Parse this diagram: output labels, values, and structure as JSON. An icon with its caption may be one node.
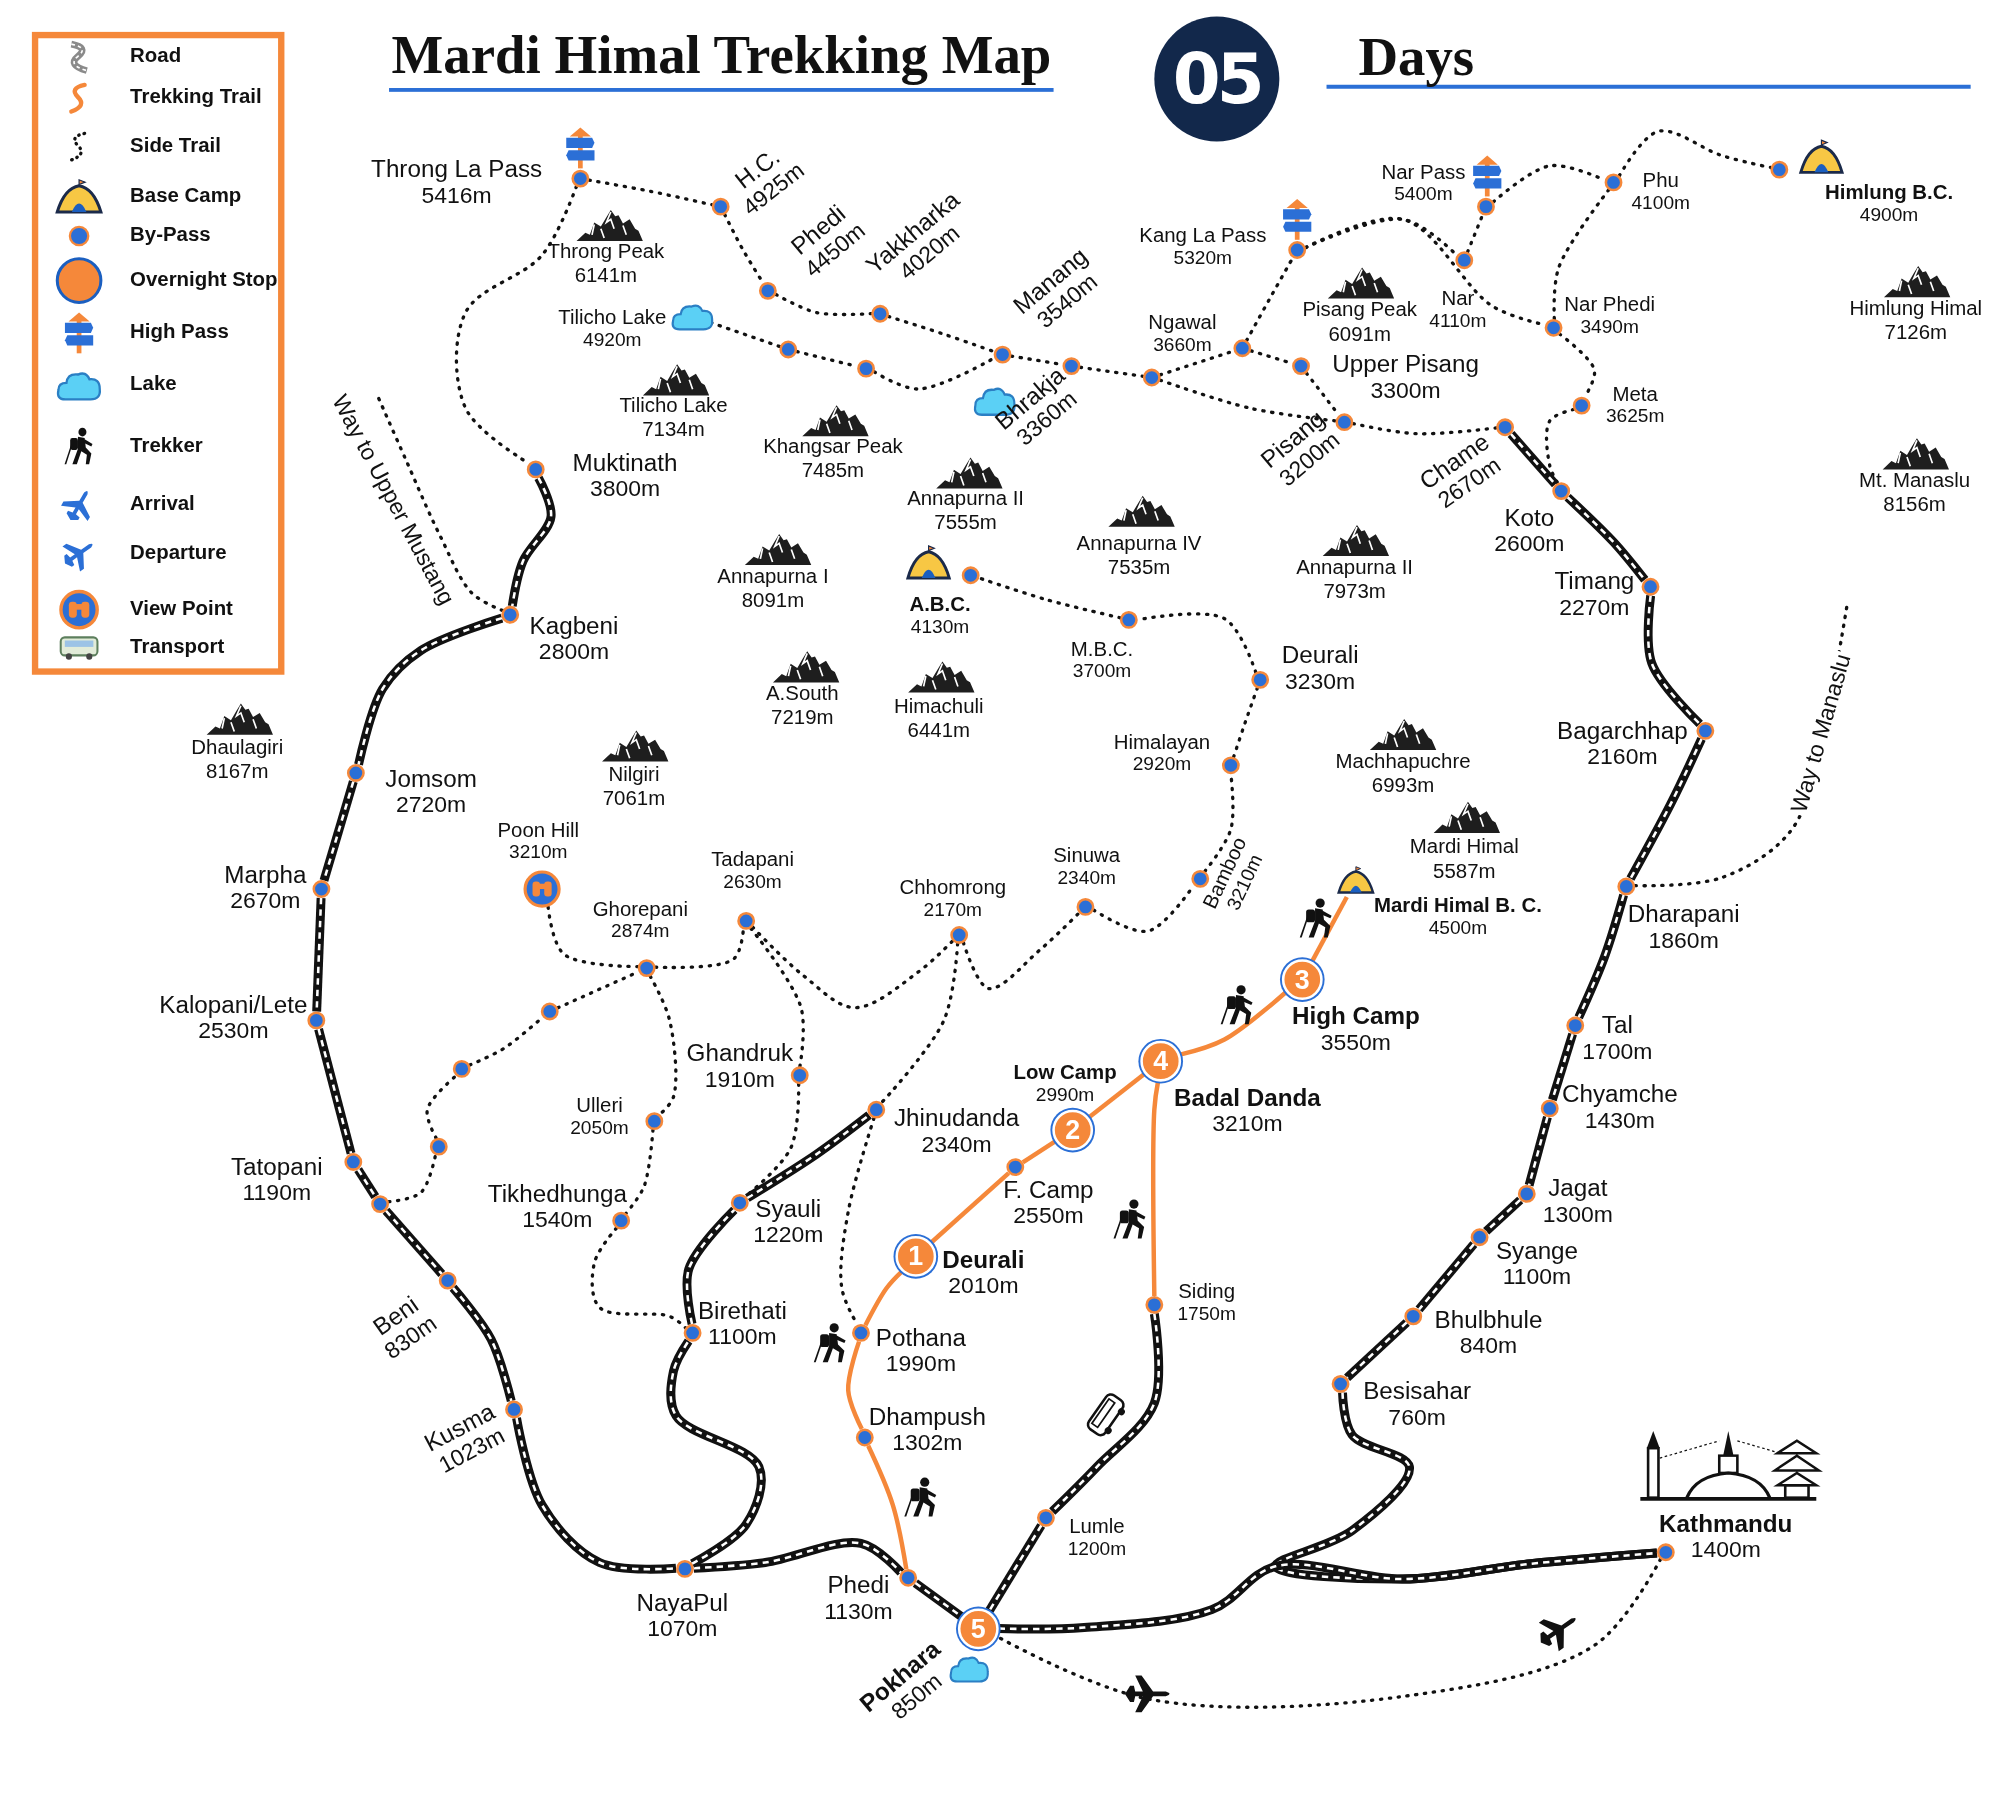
{
  "diagram": {
    "title": "Mardi Himal Trekking Map",
    "nodes": [
      {
        "text": [],
        "shape": "circle",
        "beside": [
          "Throng La Pass",
          "5416m"
        ]
      },
      {
        "text": [],
        "shape": "circle",
        "beside": [
          "H.C.",
          "4925m"
        ]
      },
      {
        "text": [],
        "shape": "circle",
        "beside": [
          "Phedi",
          "4450m"
        ]
      },
      {
        "text": [],
        "shape": "circle",
        "beside": [
          "Yakkharka",
          "4020m"
        ]
      },
      {
        "text": [],
        "shape": "circle",
        "beside": [
          "Manang",
          "3540m"
        ]
      },
      {
        "text": [],
        "shape": "cloud",
        "beside": [
          "Tilicho Lake",
          "4920m"
        ]
      },
      {
        "text": [],
        "shape": "circle"
      },
      {
        "text": [],
        "shape": "circle"
      },
      {
        "text": [],
        "shape": "circle",
        "beside": [
          "Bhrakja",
          "3360m"
        ]
      },
      {
        "text": [],
        "shape": "circle"
      },
      {
        "text": [],
        "shape": "circle",
        "beside": [
          "Ngawal",
          "3660m"
        ]
      },
      {
        "text": [],
        "shape": "circle",
        "beside": [
          "Kang La Pass",
          "5320m"
        ]
      },
      {
        "text": [],
        "shape": "circle",
        "beside": [
          "Upper Pisang",
          "3300m"
        ]
      },
      {
        "text": [],
        "shape": "circle",
        "beside": [
          "Pisang",
          "3200m"
        ]
      },
      {
        "text": [],
        "shape": "circle",
        "beside": [
          "Nar Pass",
          "5400m"
        ]
      },
      {
        "text": [],
        "shape": "circle",
        "beside": [
          "Nar",
          "4110m"
        ]
      },
      {
        "text": [],
        "shape": "circle",
        "beside": [
          "Phu",
          "4100m"
        ]
      },
      {
        "text": [],
        "shape": "circle",
        "beside": [
          "Himlung B.C.",
          "4900m"
        ]
      },
      {
        "text": [],
        "shape": "circle",
        "beside": [
          "Nar Phedi",
          "3490m"
        ]
      },
      {
        "text": [],
        "shape": "circle",
        "beside": [
          "Meta",
          "3625m"
        ]
      },
      {
        "text": [],
        "shape": "circle",
        "beside": [
          "Chame",
          "2670m"
        ]
      },
      {
        "text": [],
        "shape": "circle",
        "beside": [
          "Muktinath",
          "3800m"
        ]
      },
      {
        "text": [],
        "shape": "circle",
        "beside": [
          "Kagbeni",
          "2800m"
        ]
      },
      {
        "text": [],
        "shape": "circle",
        "beside": [
          "A.B.C.",
          "4130m"
        ]
      },
      {
        "text": [],
        "shape": "circle",
        "beside": [
          "M.B.C.",
          "3700m"
        ]
      },
      {
        "text": [],
        "shape": "circle",
        "beside": [
          "Deurali",
          "3230m"
        ]
      },
      {
        "text": [],
        "shape": "circle",
        "beside": [
          "Himalayan",
          "2920m"
        ]
      },
      {
        "text": [],
        "shape": "circle",
        "beside": [
          "Bamboo",
          "3210m"
        ]
      },
      {
        "text": [],
        "shape": "circle",
        "beside": [
          "Sinuwa",
          "2340m"
        ]
      },
      {
        "text": [],
        "shape": "circle",
        "beside": [
          "Chhomrong",
          "2170m"
        ]
      },
      {
        "text": [],
        "shape": "circle",
        "beside": [
          "Tadapani",
          "2630m"
        ]
      },
      {
        "text": [],
        "shape": "picture",
        "beside": [
          "Poon Hill",
          "3210m"
        ]
      },
      {
        "text": [],
        "shape": "circle",
        "beside": [
          "Ghorepani",
          "2874m"
        ]
      },
      {
        "text": [],
        "shape": "circle"
      },
      {
        "text": [],
        "shape": "circle"
      },
      {
        "text": [],
        "shape": "circle"
      },
      {
        "text": [],
        "shape": "circle",
        "beside": [
          "Ghandruk",
          "1910m"
        ]
      },
      {
        "text": [],
        "shape": "circle",
        "beside": [
          "Ulleri",
          "2050m"
        ]
      },
      {
        "text": [],
        "shape": "circle",
        "beside": [
          "Tikhedhunga",
          "1540m"
        ]
      },
      {
        "text": [],
        "shape": "circle",
        "beside": [
          "Jhinudanda",
          "2340m"
        ]
      },
      {
        "text": [],
        "shape": "circle",
        "beside": [
          "Syauli",
          "1220m"
        ]
      },
      {
        "text": [],
        "shape": "circle",
        "beside": [
          "Birethati",
          "1100m"
        ]
      },
      {
        "text": [],
        "shape": "circle",
        "beside": [
          "Jomsom",
          "2720m"
        ]
      },
      {
        "text": [],
        "shape": "circle",
        "beside": [
          "Marpha",
          "2670m"
        ]
      },
      {
        "text": [],
        "shape": "circle",
        "beside": [
          "Kalopani/Lete",
          "2530m"
        ]
      },
      {
        "text": [],
        "shape": "circle",
        "beside": [
          "Tatopani",
          "1190m"
        ]
      },
      {
        "text": [],
        "shape": "circle"
      },
      {
        "text": [],
        "shape": "circle",
        "beside": [
          "Beni",
          "830m"
        ]
      },
      {
        "text": [],
        "shape": "circle",
        "beside": [
          "Kusma",
          "1023m"
        ]
      },
      {
        "text": [],
        "shape": "circle",
        "beside": [
          "NayaPul",
          "1070m"
        ]
      },
      {
        "text": [],
        "shape": "circle",
        "beside": [
          "Phedi",
          "1130m"
        ]
      },
      {
        "text": [],
        "shape": "circle",
        "beside": [
          "Dhampush",
          "1302m"
        ]
      },
      {
        "text": [],
        "shape": "circle",
        "beside": [
          "Pothana",
          "1990m"
        ]
      },
      {
        "text": [
          "1"
        ],
        "beside": [
          "Deurali",
          "2010m"
        ]
      },
      {
        "text": [],
        "shape": "circle",
        "beside": [
          "F. Camp",
          "2550m"
        ]
      },
      {
        "text": [
          "2"
        ],
        "beside": [
          "Low Camp",
          "2990m"
        ]
      },
      {
        "text": [
          "4"
        ],
        "beside": [
          "Badal Danda",
          "3210m"
        ]
      },
      {
        "text": [
          "3"
        ],
        "beside": [
          "High Camp",
          "3550m"
        ]
      },
      {
        "text": [],
        "shape": "picture",
        "beside": [
          "Mardi Himal B. C.",
          "4500m"
        ]
      },
      {
        "text": [],
        "shape": "circle",
        "beside": [
          "Siding",
          "1750m"
        ]
      },
      {
        "text": [],
        "shape": "circle",
        "beside": [
          "Lumle",
          "1200m"
        ]
      },
      {
        "text": [
          "5"
        ],
        "beside": [
          "Pokhara",
          "850m"
        ]
      },
      {
        "text": [],
        "shape": "circle",
        "beside": [
          "Kathmandu",
          "1400m"
        ]
      },
      {
        "text": [],
        "shape": "circle",
        "beside": [
          "Koto",
          "2600m"
        ]
      },
      {
        "text": [],
        "shape": "circle",
        "beside": [
          "Timang",
          "2270m"
        ]
      },
      {
        "text": [],
        "shape": "circle",
        "beside": [
          "Bagarchhap",
          "2160m"
        ]
      },
      {
        "text": [],
        "shape": "circle",
        "beside": [
          "Dharapani",
          "1860m"
        ]
      },
      {
        "text": [],
        "shape": "circle",
        "beside": [
          "Tal",
          "1700m"
        ]
      },
      {
        "text": [],
        "shape": "circle",
        "beside": [
          "Chyamche",
          "1430m"
        ]
      },
      {
        "text": [],
        "shape": "circle",
        "beside": [
          "Jagat",
          "1300m"
        ]
      },
      {
        "text": [],
        "shape": "circle",
        "beside": [
          "Syange",
          "1100m"
        ]
      },
      {
        "text": [],
        "shape": "circle",
        "beside": [
          "Bhulbhule",
          "840m"
        ]
      },
      {
        "text": [],
        "shape": "circle",
        "beside": [
          "Besisahar",
          "760m"
        ]
      }
    ],
    "edges": [
      {
        "from": 0,
        "to": 1,
        "arrow": "none",
        "style": "dashed"
      },
      {
        "from": 1,
        "to": 2,
        "arrow": "none",
        "style": "dashed"
      },
      {
        "from": 2,
        "to": 3,
        "arrow": "none",
        "style": "dashed"
      },
      {
        "from": 3,
        "to": 4,
        "arrow": "none",
        "style": "dashed"
      },
      {
        "from": 0,
        "to": 21,
        "arrow": "none",
        "style": "dashed"
      },
      {
        "from": 21,
        "to": 22,
        "arrow": "none",
        "style": "thick"
      },
      {
        "from": 5,
        "to": 6,
        "arrow": "none",
        "style": "dashed"
      },
      {
        "from": 6,
        "to": 7,
        "arrow": "none",
        "style": "dashed"
      },
      {
        "from": 7,
        "to": 4,
        "arrow": "none",
        "style": "dashed"
      },
      {
        "from": 4,
        "to": 8,
        "arrow": "none",
        "style": "dashed"
      },
      {
        "from": 8,
        "to": 9,
        "arrow": "none",
        "style": "dashed"
      },
      {
        "from": 9,
        "to": 10,
        "arrow": "none",
        "style": "dashed"
      },
      {
        "from": 10,
        "to": 11,
        "arrow": "none",
        "style": "dashed"
      },
      {
        "from": 10,
        "to": 12,
        "arrow": "none",
        "style": "dashed"
      },
      {
        "from": 9,
        "to": 13,
        "arrow": "none",
        "style": "dashed"
      },
      {
        "from": 12,
        "to": 13,
        "arrow": "none",
        "style": "dashed"
      },
      {
        "from": 13,
        "to": 20,
        "arrow": "none",
        "style": "dashed"
      },
      {
        "from": 11,
        "to": 15,
        "arrow": "none",
        "style": "dashed"
      },
      {
        "from": 11,
        "to": 18,
        "arrow": "none",
        "style": "dashed"
      },
      {
        "from": 15,
        "to": 14,
        "arrow": "none",
        "style": "dashed"
      },
      {
        "from": 14,
        "to": 16,
        "arrow": "none",
        "style": "dashed"
      },
      {
        "from": 16,
        "to": 17,
        "arrow": "none",
        "style": "dashed"
      },
      {
        "from": 16,
        "to": 18,
        "arrow": "none",
        "style": "dashed"
      },
      {
        "from": 18,
        "to": 19,
        "arrow": "none",
        "style": "dashed"
      },
      {
        "from": 19,
        "to": 63,
        "arrow": "none",
        "style": "dashed"
      },
      {
        "from": 20,
        "to": 63,
        "arrow": "none",
        "style": "thick"
      },
      {
        "from": 63,
        "to": 64,
        "arrow": "none",
        "style": "thick"
      },
      {
        "from": 64,
        "to": 65,
        "arrow": "none",
        "style": "thick"
      },
      {
        "from": 65,
        "to": 66,
        "arrow": "none",
        "style": "thick"
      },
      {
        "from": 66,
        "to": 67,
        "arrow": "none",
        "style": "thick"
      },
      {
        "from": 67,
        "to": 68,
        "arrow": "none",
        "style": "thick"
      },
      {
        "from": 68,
        "to": 69,
        "arrow": "none",
        "style": "thick"
      },
      {
        "from": 69,
        "to": 70,
        "arrow": "none",
        "style": "thick"
      },
      {
        "from": 70,
        "to": 71,
        "arrow": "none",
        "style": "thick"
      },
      {
        "from": 71,
        "to": 72,
        "arrow": "none",
        "style": "thick"
      },
      {
        "from": 72,
        "to": 62,
        "arrow": "none",
        "style": "thick"
      },
      {
        "from": 61,
        "to": 62,
        "arrow": "none",
        "style": "thick"
      },
      {
        "from": 66,
        "to": null,
        "arrow": "none",
        "style": "dashed",
        "label": "Way to Manaslu"
      },
      {
        "from": 22,
        "to": null,
        "arrow": "none",
        "style": "dashed",
        "label": "Way to Upper Mustang"
      },
      {
        "from": 22,
        "to": 42,
        "arrow": "none",
        "style": "thick"
      },
      {
        "from": 42,
        "to": 43,
        "arrow": "none",
        "style": "thick"
      },
      {
        "from": 43,
        "to": 44,
        "arrow": "none",
        "style": "thick"
      },
      {
        "from": 44,
        "to": 45,
        "arrow": "none",
        "style": "thick"
      },
      {
        "from": 45,
        "to": 46,
        "arrow": "none",
        "style": "thick"
      },
      {
        "from": 46,
        "to": 47,
        "arrow": "none",
        "style": "thick"
      },
      {
        "from": 47,
        "to": 48,
        "arrow": "none",
        "style": "thick"
      },
      {
        "from": 48,
        "to": 49,
        "arrow": "none",
        "style": "thick"
      },
      {
        "from": 49,
        "to": 50,
        "arrow": "none",
        "style": "thick"
      },
      {
        "from": 50,
        "to": 61,
        "arrow": "none",
        "style": "thick"
      },
      {
        "from": 49,
        "to": 41,
        "arrow": "none",
        "style": "thick"
      },
      {
        "from": 41,
        "to": 40,
        "arrow": "none",
        "style": "thick"
      },
      {
        "from": 40,
        "to": 39,
        "arrow": "none",
        "style": "thick"
      },
      {
        "from": 46,
        "to": 35,
        "arrow": "none",
        "style": "dashed"
      },
      {
        "from": 35,
        "to": 34,
        "arrow": "none",
        "style": "dashed"
      },
      {
        "from": 34,
        "to": 33,
        "arrow": "none",
        "style": "dashed"
      },
      {
        "from": 33,
        "to": 32,
        "arrow": "none",
        "style": "dashed"
      },
      {
        "from": 31,
        "to": 32,
        "arrow": "none",
        "style": "dashed"
      },
      {
        "from": 32,
        "to": 30,
        "arrow": "none",
        "style": "dashed"
      },
      {
        "from": 30,
        "to": 36,
        "arrow": "none",
        "style": "dashed"
      },
      {
        "from": 30,
        "to": 29,
        "arrow": "none",
        "style": "dashed"
      },
      {
        "from": 32,
        "to": 37,
        "arrow": "none",
        "style": "dashed"
      },
      {
        "from": 37,
        "to": 38,
        "arrow": "none",
        "style": "dashed"
      },
      {
        "from": 38,
        "to": 41,
        "arrow": "none",
        "style": "dashed"
      },
      {
        "from": 36,
        "to": 40,
        "arrow": "none",
        "style": "dashed"
      },
      {
        "from": 29,
        "to": 39,
        "arrow": "none",
        "style": "dashed"
      },
      {
        "from": 39,
        "to": 52,
        "arrow": "none",
        "style": "dashed"
      },
      {
        "from": 29,
        "to": 28,
        "arrow": "none",
        "style": "dashed"
      },
      {
        "from": 28,
        "to": 27,
        "arrow": "none",
        "style": "dashed"
      },
      {
        "from": 27,
        "to": 26,
        "arrow": "none",
        "style": "dashed"
      },
      {
        "from": 26,
        "to": 25,
        "arrow": "none",
        "style": "dashed"
      },
      {
        "from": 25,
        "to": 24,
        "arrow": "none",
        "style": "dashed"
      },
      {
        "from": 24,
        "to": 23,
        "arrow": "none",
        "style": "dashed"
      },
      {
        "from": 50,
        "to": 51,
        "arrow": "none",
        "color": "#f5883a"
      },
      {
        "from": 51,
        "to": 52,
        "arrow": "none",
        "color": "#f5883a"
      },
      {
        "from": 52,
        "to": 53,
        "arrow": "none",
        "color": "#f5883a"
      },
      {
        "from": 53,
        "to": 54,
        "arrow": "none",
        "color": "#f5883a"
      },
      {
        "from": 54,
        "to": 55,
        "arrow": "none",
        "color": "#f5883a"
      },
      {
        "from": 55,
        "to": 56,
        "arrow": "none",
        "color": "#f5883a"
      },
      {
        "from": 56,
        "to": 57,
        "arrow": "none",
        "color": "#f5883a"
      },
      {
        "from": 57,
        "to": 58,
        "arrow": "none",
        "color": "#f5883a"
      },
      {
        "from": 56,
        "to": 59,
        "arrow": "none",
        "color": "#f5883a"
      },
      {
        "from": 59,
        "to": 60,
        "arrow": "none",
        "style": "thick"
      },
      {
        "from": 60,
        "to": 61,
        "arrow": "none",
        "style": "thick"
      },
      {
        "from": 62,
        "to": 61,
        "arrow": "none",
        "style": "dashed"
      }
    ],
    "labels": [
      "05",
      "Days",
      "Throng Peak",
      "6141m",
      "Tilicho Lake",
      "7134m",
      "Khangsar Peak",
      "7485m",
      "Annapurna II",
      "7555m",
      "Annapurna IV",
      "7535m",
      "Pisang Peak",
      "6091m",
      "Annapurna II",
      "7973m",
      "Himlung Himal",
      "7126m",
      "Mt. Manaslu",
      "8156m",
      "Annapurna I",
      "8091m",
      "A.South",
      "7219m",
      "Himachuli",
      "6441m",
      "Machhapuchre",
      "6993m",
      "Mardi Himal",
      "5587m",
      "Dhaulagiri",
      "8167m",
      "Nilgiri",
      "7061m"
    ],
    "legend": [
      {
        "text": "Road"
      },
      {
        "text": "Trekking Trail"
      },
      {
        "text": "Side Trail"
      },
      {
        "text": "Base Camp"
      },
      {
        "text": "By-Pass"
      },
      {
        "text": "Overnight Stop"
      },
      {
        "text": "High Pass"
      },
      {
        "text": "Lake"
      },
      {
        "text": "Trekker"
      },
      {
        "text": "Arrival"
      },
      {
        "text": "Departure"
      },
      {
        "text": "View Point"
      },
      {
        "text": "Transport"
      }
    ]
  }
}
